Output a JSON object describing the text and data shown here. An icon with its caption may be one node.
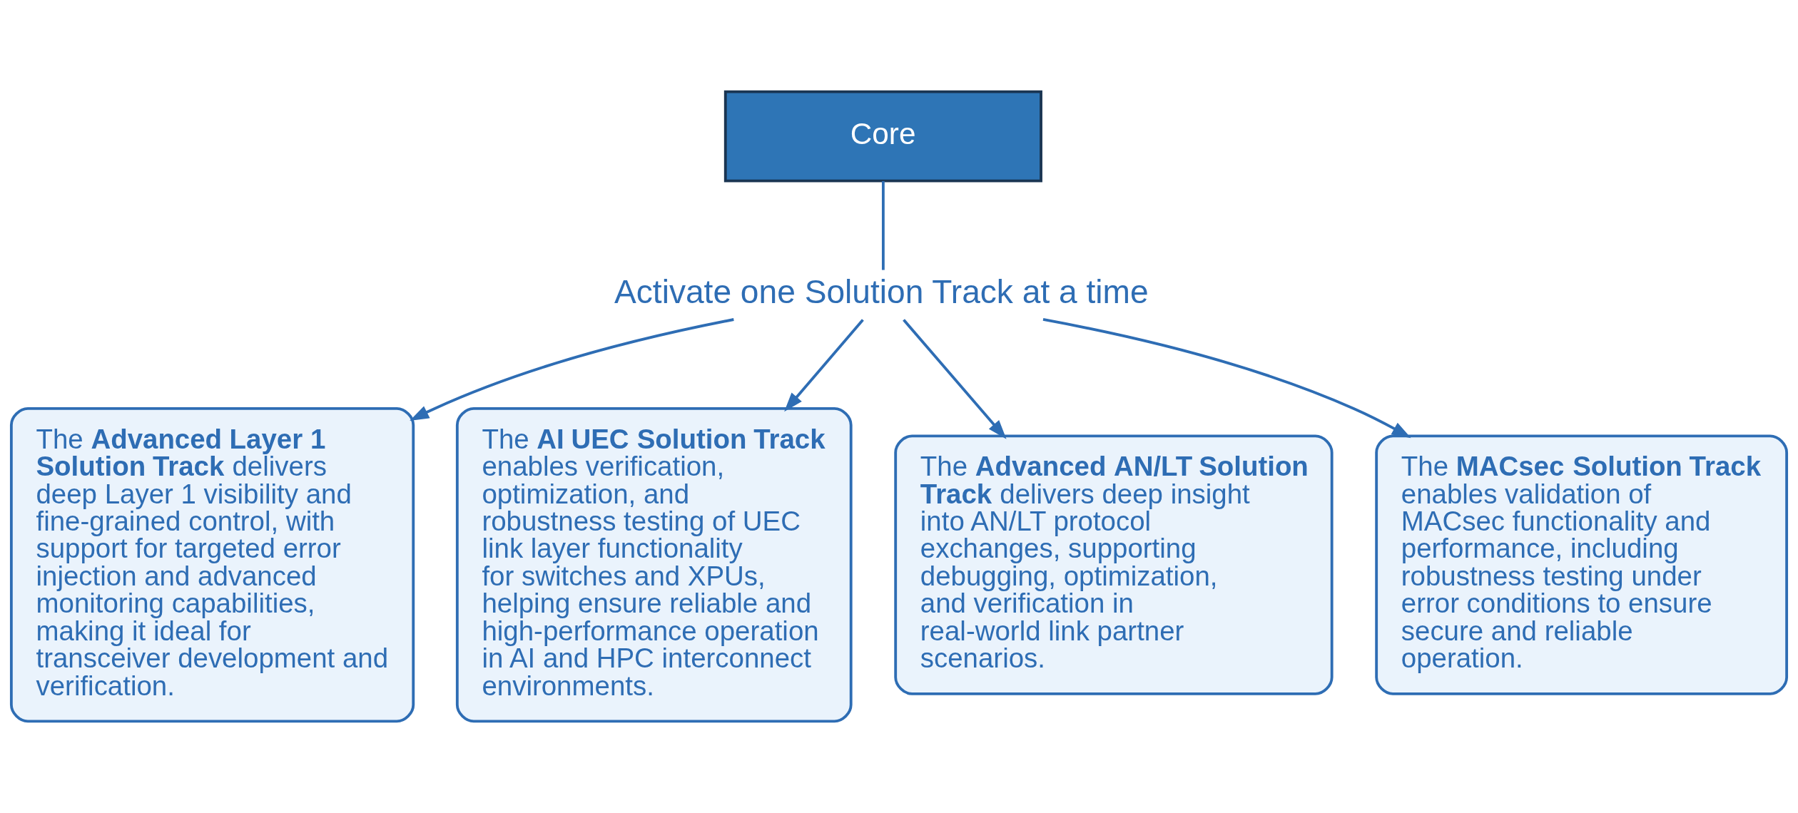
{
  "diagram": {
    "nodes": [
      {
        "text": [
          "Core"
        ]
      },
      {
        "text": [
          "Activate one Solution Track at a time"
        ]
      },
      {
        "text": [
          "The **Advanced Layer 1 Solution Track** delivers deep Layer 1 visibility and fine-grained control, with support for targeted error injection and advanced monitoring capabilities, making it ideal for transceiver development and verification."
        ]
      },
      {
        "text": [
          "The **AI UEC Solution Track** enables verification, optimization, and robustness testing of UEC link layer functionality for switches and XPUs, helping ensure reliable and high-performance operation in AI and HPC interconnect environments."
        ]
      },
      {
        "text": [
          "The **Advanced AN/LT Solution Track** delivers deep insight into AN/LT protocol exchanges, supporting debugging, optimization, and verification in real-world link partner scenarios."
        ]
      },
      {
        "text": [
          "The **MACsec Solution Track** enables validation of MACsec functionality and performance, including robustness testing under error conditions to ensure secure and reliable operation."
        ]
      }
    ],
    "edges": [
      {
        "from": 0,
        "to": 1,
        "arrow": "none"
      },
      {
        "from": 1,
        "to": 2,
        "arrow": "to"
      },
      {
        "from": 1,
        "to": 3,
        "arrow": "to"
      },
      {
        "from": 1,
        "to": 4,
        "arrow": "to"
      },
      {
        "from": 1,
        "to": 5,
        "arrow": "to"
      }
    ]
  }
}
